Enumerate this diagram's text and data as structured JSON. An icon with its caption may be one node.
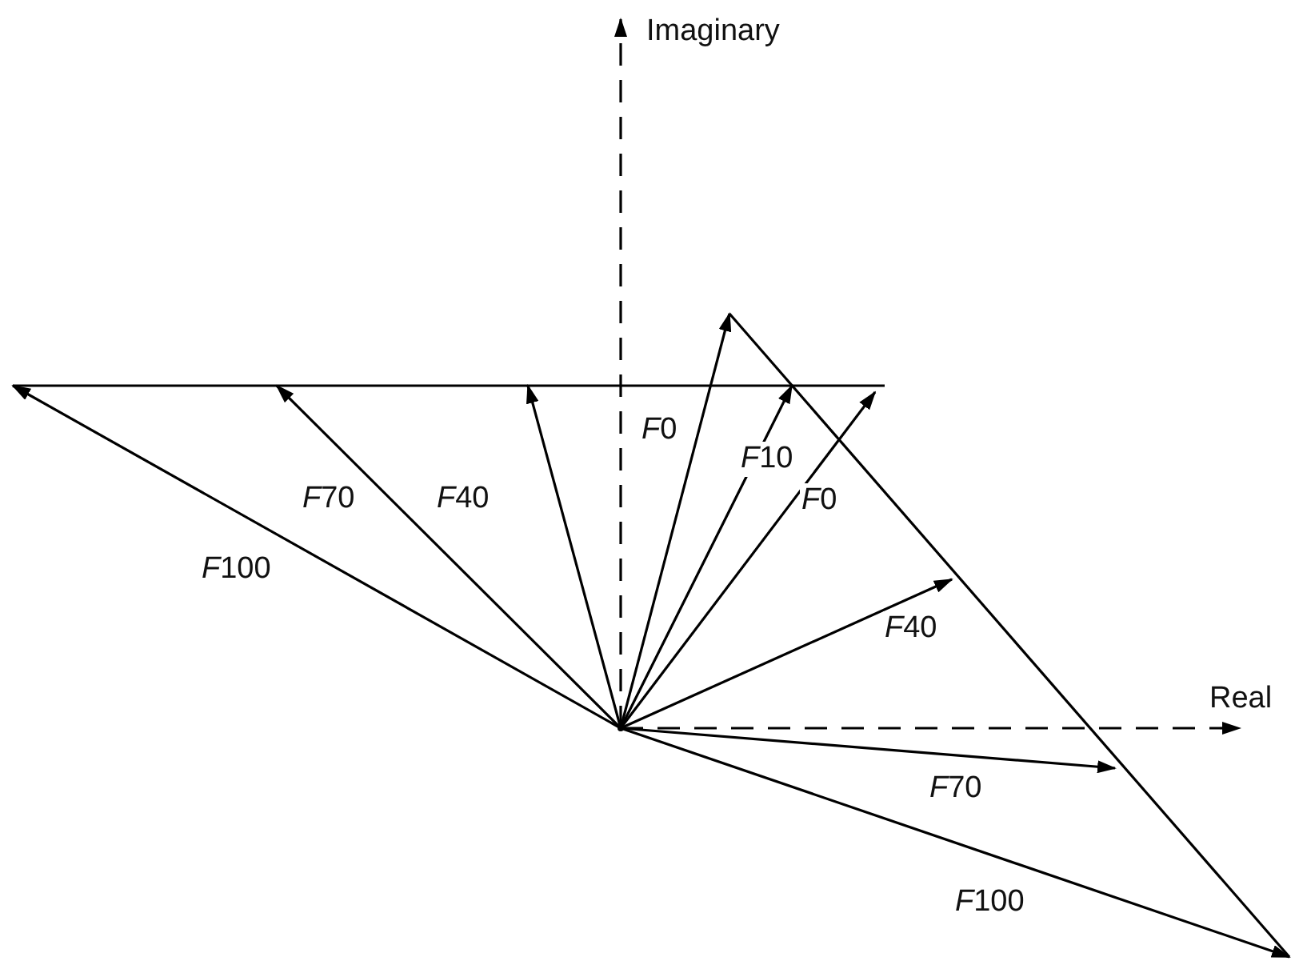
{
  "diagram": {
    "nodes": [
      {
        "text": [],
        "shape": "point"
      },
      {
        "text": [
          "Imaginary"
        ]
      },
      {
        "text": [
          "Real"
        ]
      }
    ],
    "edges": [
      {
        "from": 0,
        "to": 1,
        "arrow": "to",
        "style": "dashed"
      },
      {
        "from": 0,
        "to": 2,
        "arrow": "to",
        "style": "dashed"
      },
      {
        "from": 0,
        "to": null,
        "arrow": "to",
        "label": "F0"
      },
      {
        "from": 0,
        "to": null,
        "arrow": "to",
        "label": "F10"
      },
      {
        "from": 0,
        "to": null,
        "arrow": "to",
        "label": "F70"
      },
      {
        "from": 0,
        "to": null,
        "arrow": "to",
        "label": "F40"
      },
      {
        "from": 0,
        "to": null,
        "arrow": "to",
        "label": "F0"
      },
      {
        "from": 0,
        "to": null,
        "arrow": "to",
        "label": "F100"
      },
      {
        "from": 0,
        "to": null,
        "arrow": "to",
        "label": "F40"
      },
      {
        "from": 0,
        "to": null,
        "arrow": "to",
        "label": "F70"
      },
      {
        "from": 0,
        "to": null,
        "arrow": "to",
        "label": "F100"
      }
    ]
  }
}
